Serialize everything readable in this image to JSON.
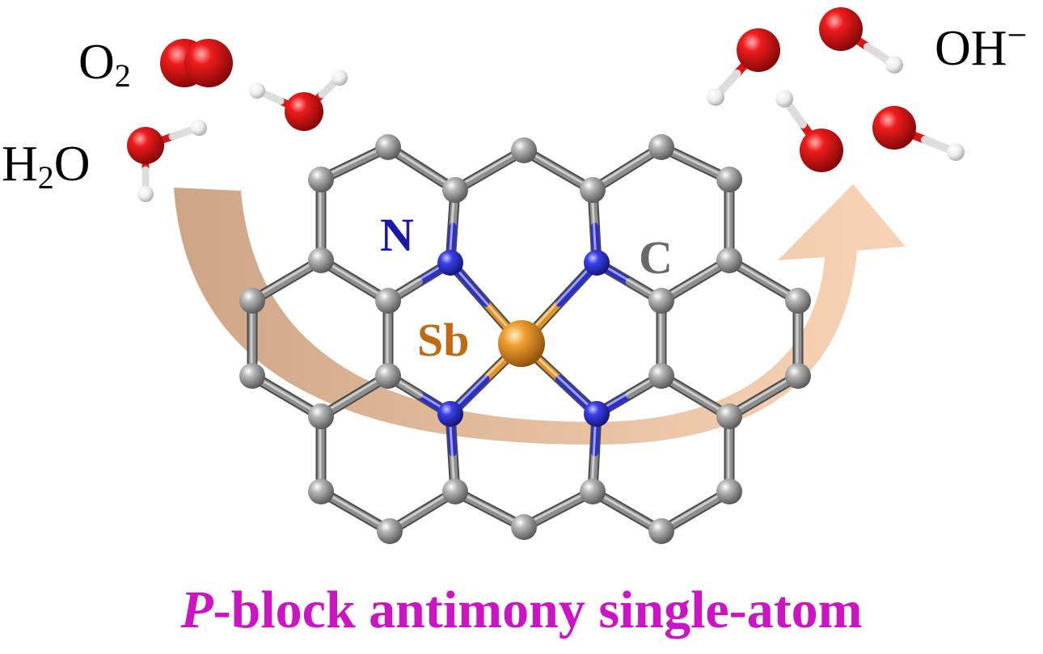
{
  "labels": {
    "o2": {
      "base": "O",
      "sub": "2"
    },
    "h2o": {
      "pre": "H",
      "sub": "2",
      "post": "O"
    },
    "oh": {
      "base": "OH",
      "sup": "−"
    },
    "nitrogen": "N",
    "carbon": "C",
    "antimony": "Sb"
  },
  "caption": {
    "italic": "P",
    "rest": "-block antimony single-atom"
  },
  "colors": {
    "carbon": "#8e8e8e",
    "nitrogen": "#2b2fd0",
    "antimony": "#e3901f",
    "oxygen": "#dc1414",
    "hydrogen": "#e4e4e4",
    "nitrogen_label": "#1a1aa8",
    "carbon_label": "#6a6a6a",
    "antimony_label": "#c06a14",
    "caption": "#cc14c4",
    "arrow_start": "#cba080",
    "arrow_end": "#f6c9a3"
  }
}
